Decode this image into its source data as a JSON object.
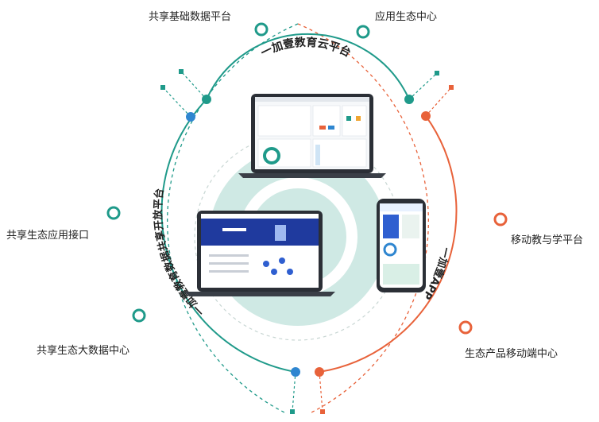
{
  "colors": {
    "teal": "#1f9a8a",
    "teal_light": "#cfe9e4",
    "orange": "#e8623a",
    "dark": "#2b2f36",
    "blue": "#2f5fd0"
  },
  "arcs": {
    "top": "一加壹教育云平台",
    "left": "一加壹教育数据共享开放平台",
    "right": "一加壹APP"
  },
  "labels": {
    "shared_data_platform": "共享基础数据平台",
    "app_ecosystem_center": "应用生态中心",
    "shared_app_interface": "共享生态应用接口",
    "shared_bigdata_center": "共享生态大数据中心",
    "mobile_teaching_platform": "移动教与学平台",
    "mobile_product_center": "生态产品移动端中心"
  }
}
